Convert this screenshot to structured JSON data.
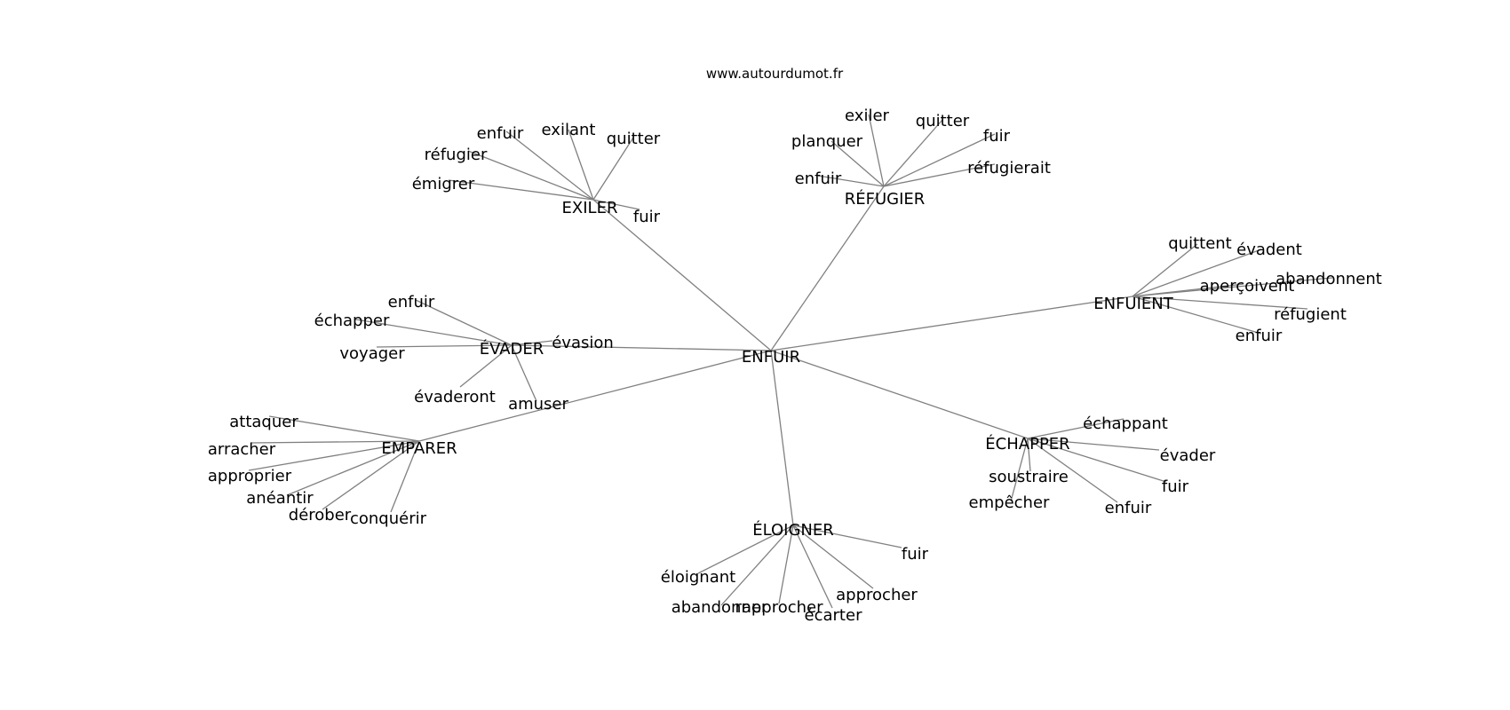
{
  "source": "www.autourdumot.fr",
  "root": "ENFUIR",
  "groups": [
    {
      "hub": "EXILER",
      "leaves": [
        "enfuir",
        "exilant",
        "quitter",
        "réfugier",
        "émigrer",
        "fuir"
      ]
    },
    {
      "hub": "RÉFUGIER",
      "leaves": [
        "exiler",
        "quitter",
        "planquer",
        "fuir",
        "réfugierait",
        "enfuir"
      ]
    },
    {
      "hub": "ENFUIENT",
      "leaves": [
        "quittent",
        "évadent",
        "abandonnent",
        "aperçoivent",
        "réfugient",
        "enfuir"
      ]
    },
    {
      "hub": "ÉVADER",
      "leaves": [
        "enfuir",
        "échapper",
        "voyager",
        "évasion",
        "évaderont",
        "amuser"
      ]
    },
    {
      "hub": "EMPARER",
      "leaves": [
        "attaquer",
        "arracher",
        "approprier",
        "anéantir",
        "dérober",
        "conquérir"
      ]
    },
    {
      "hub": "ÉCHAPPER",
      "leaves": [
        "échappant",
        "évader",
        "soustraire",
        "fuir",
        "empêcher",
        "enfuir"
      ]
    },
    {
      "hub": "ÉLOIGNER",
      "leaves": [
        "fuir",
        "éloignant",
        "approcher",
        "abandonner",
        "rapprocher",
        "écarter"
      ]
    }
  ]
}
